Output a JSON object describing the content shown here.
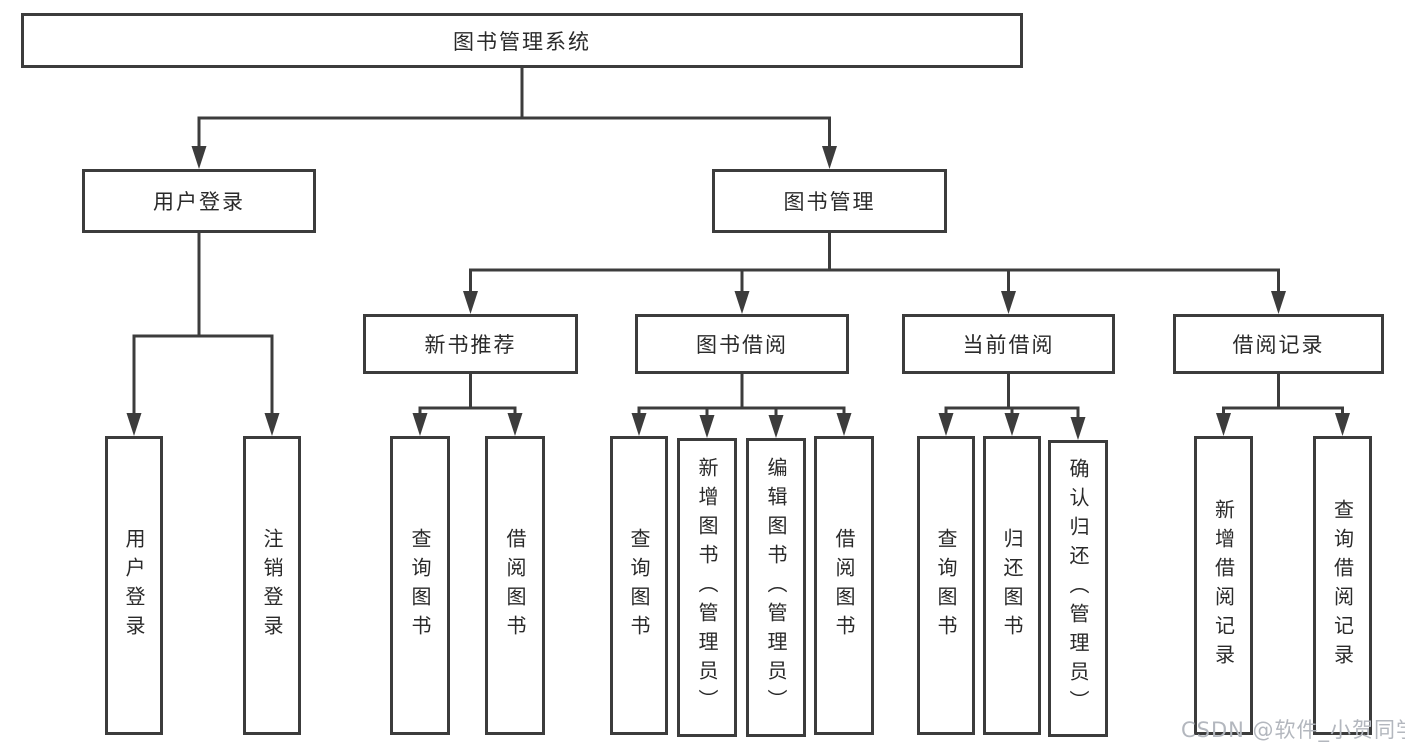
{
  "diagram": {
    "root": {
      "label": "图书管理系统"
    },
    "level2": [
      {
        "label": "用户登录"
      },
      {
        "label": "图书管理"
      }
    ],
    "level3": [
      {
        "label": "新书推荐"
      },
      {
        "label": "图书借阅"
      },
      {
        "label": "当前借阅"
      },
      {
        "label": "借阅记录"
      }
    ],
    "leaves": {
      "user_login": [
        "用户登录",
        "注销登录"
      ],
      "new_book_recommend": [
        "查询图书",
        "借阅图书"
      ],
      "book_borrow": [
        "查询图书",
        "新增图书（管理员）",
        "编辑图书（管理员）",
        "借阅图书"
      ],
      "current_borrow": [
        "查询图书",
        "归还图书",
        "确认归还（管理员）"
      ],
      "borrow_records": [
        "新增借阅记录",
        "查询借阅记录"
      ]
    }
  },
  "watermark": {
    "text": "CSDN @软件_小贺同学"
  },
  "colors": {
    "line": "#3c3c3c",
    "box_border": "#3c3c3c",
    "text": "#2a2a2a",
    "watermark": "#b3b7be",
    "background": "#ffffff"
  }
}
